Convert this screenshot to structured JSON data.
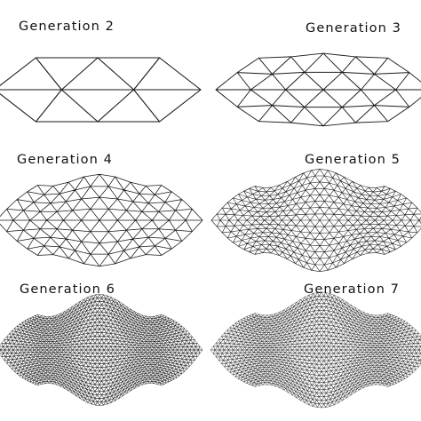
{
  "panels": [
    {
      "label": "Generation 2",
      "generation": 2
    },
    {
      "label": "Generation 3",
      "generation": 3
    },
    {
      "label": "Generation 4",
      "generation": 4
    },
    {
      "label": "Generation 5",
      "generation": 5
    },
    {
      "label": "Generation 6",
      "generation": 6
    },
    {
      "label": "Generation 7",
      "generation": 7
    }
  ],
  "colors": {
    "stroke": "#1a1a1a",
    "background": "#ffffff"
  }
}
